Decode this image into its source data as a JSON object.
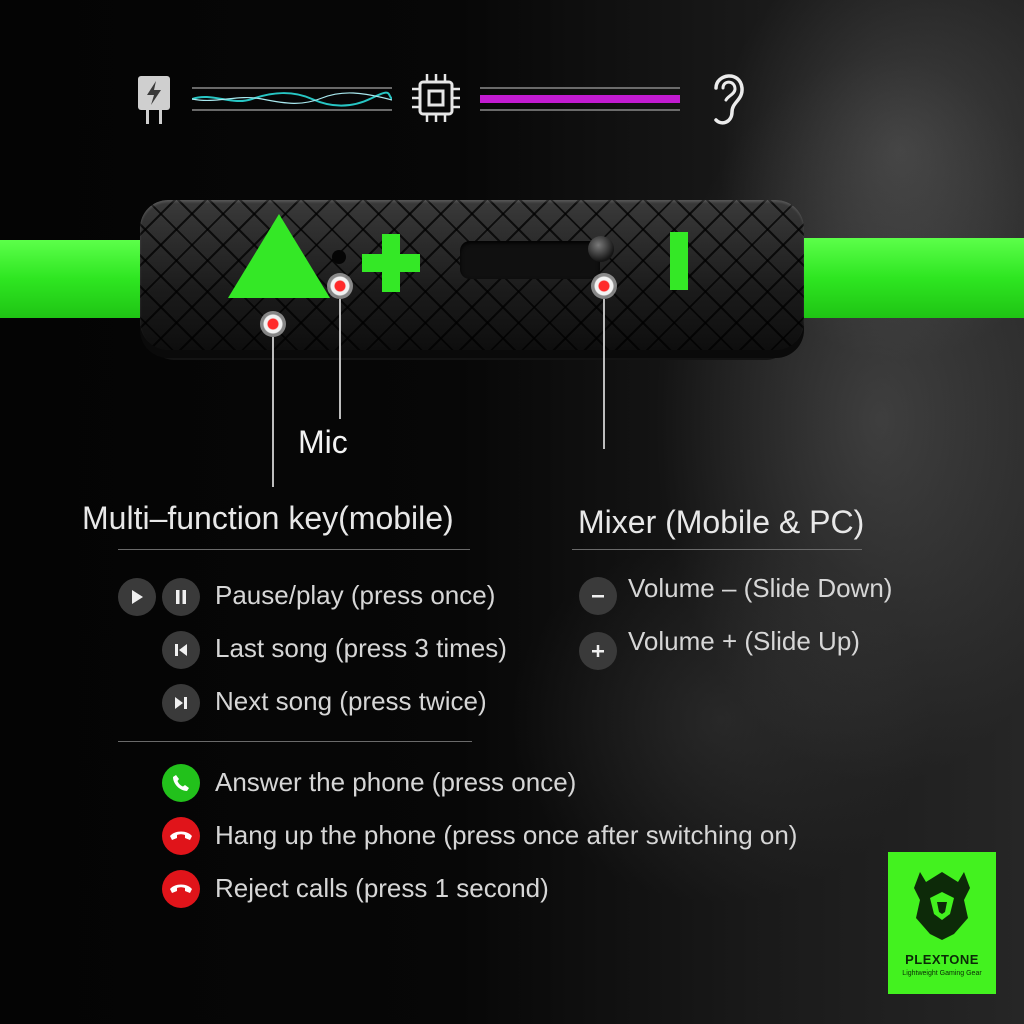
{
  "top_diagram": {
    "icons": [
      "charger-icon",
      "chip-icon",
      "ear-icon"
    ],
    "wave_color": "#27c6c4",
    "signal_color": "#c21bd1"
  },
  "product": {
    "cable_color": "#2ee621",
    "label_mic": "Mic"
  },
  "multi_function": {
    "heading": "Multi–function key(mobile)",
    "media_items": [
      {
        "icons": [
          "play-icon",
          "pause-icon"
        ],
        "text": "Pause/play (press once)"
      },
      {
        "icons": [
          "previous-track-icon"
        ],
        "text": "Last song (press 3 times)"
      },
      {
        "icons": [
          "next-track-icon"
        ],
        "text": "Next song (press twice)"
      }
    ],
    "call_items": [
      {
        "icon": "answer-call-icon",
        "color": "#22c11b",
        "text": "Answer the phone (press once)"
      },
      {
        "icon": "hang-up-icon",
        "color": "#e0141a",
        "text": "Hang up the phone (press once after switching on)"
      },
      {
        "icon": "reject-call-icon",
        "color": "#e0141a",
        "text": "Reject calls (press 1 second)"
      }
    ]
  },
  "mixer": {
    "heading": "Mixer (Mobile & PC)",
    "items": [
      {
        "icon": "minus-icon",
        "text": "Volume – (Slide Down)"
      },
      {
        "icon": "plus-icon",
        "text": "Volume + (Slide Up)"
      }
    ]
  },
  "brand": {
    "name": "PLEXTONE",
    "tagline": "Lightweight Gaming Gear",
    "color": "#43f21f"
  }
}
